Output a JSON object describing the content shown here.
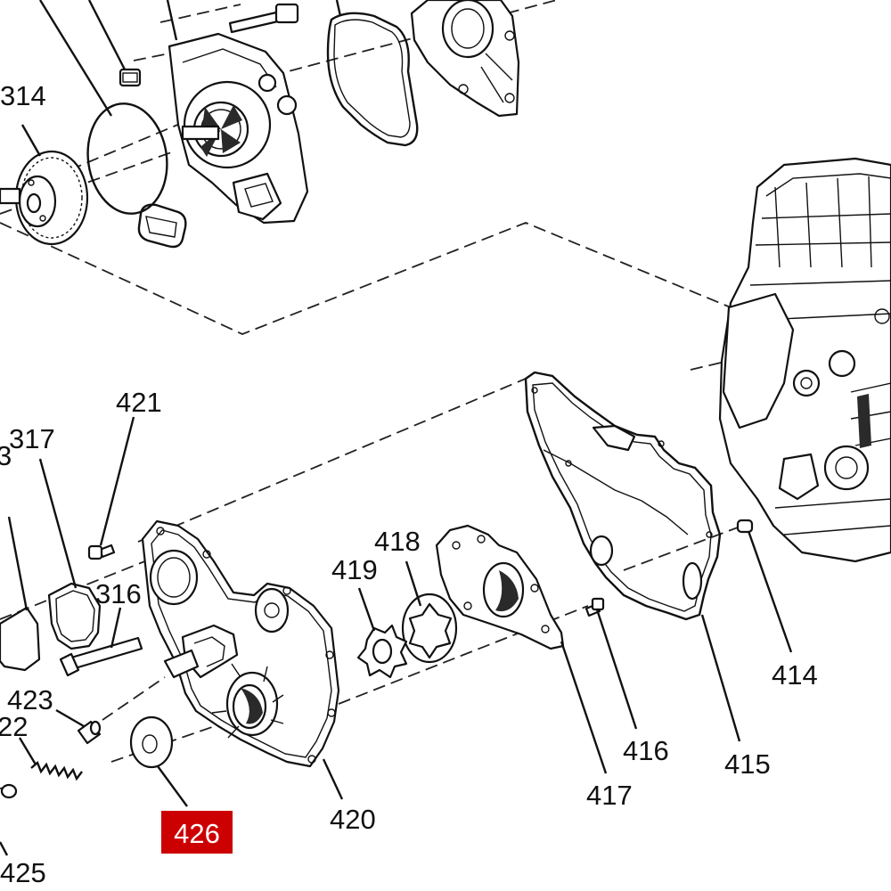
{
  "diagram": {
    "callouts": {
      "c314_top": "314",
      "c421": "421",
      "c317": "317",
      "c316": "316",
      "c423": "423",
      "c422": "22",
      "c425": "425",
      "c418": "418",
      "c419": "419",
      "c420": "420",
      "c417": "417",
      "c416": "416",
      "c415": "415",
      "c414": "414",
      "c3_edge": "3"
    },
    "highlight": {
      "label": "426",
      "color": "#cc0000"
    }
  }
}
